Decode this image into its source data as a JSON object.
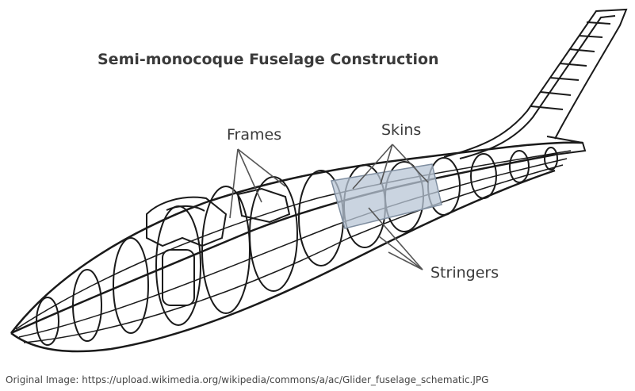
{
  "title": "Semi-monocoque Fuselage Construction",
  "labels": {
    "frames": "Frames",
    "skins": "Skins",
    "stringers": "Stringers"
  },
  "credit": "Original Image: https://upload.wikimedia.org/wikipedia/commons/a/ac/Glider_fuselage_schematic.JPG",
  "colors": {
    "background": "#ffffff",
    "line": "#1a1a1a",
    "leader": "#555555",
    "skin_panel": "#b8c6d6",
    "text": "#3a3a3a"
  }
}
